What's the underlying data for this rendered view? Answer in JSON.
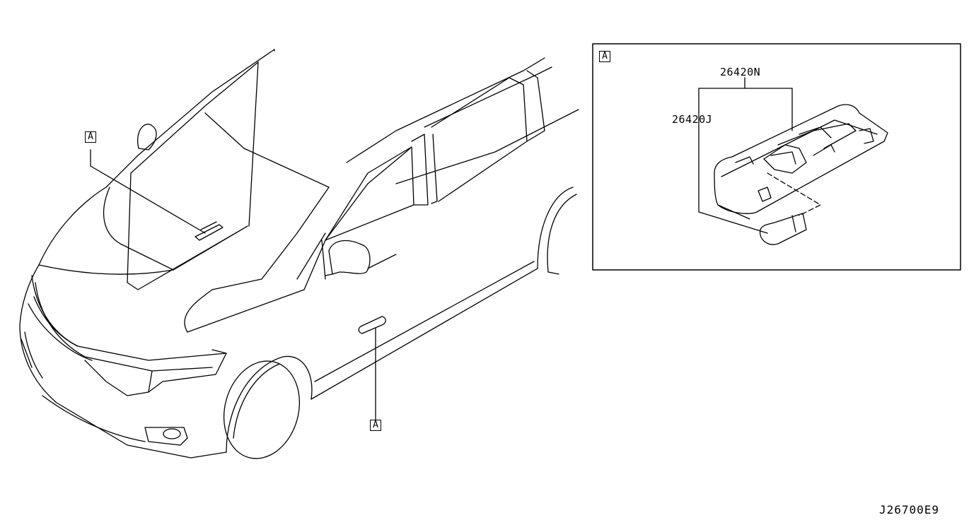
{
  "callouts": {
    "interior_lamp_tag": "A",
    "side_lamp_tag": "A",
    "detail_panel_tag": "A"
  },
  "detail": {
    "part_number_upper": "26420N",
    "part_number_lower": "26420J"
  },
  "diagram_code": "J26700E9",
  "colors": {
    "line": "#000000",
    "background": "#ffffff"
  }
}
